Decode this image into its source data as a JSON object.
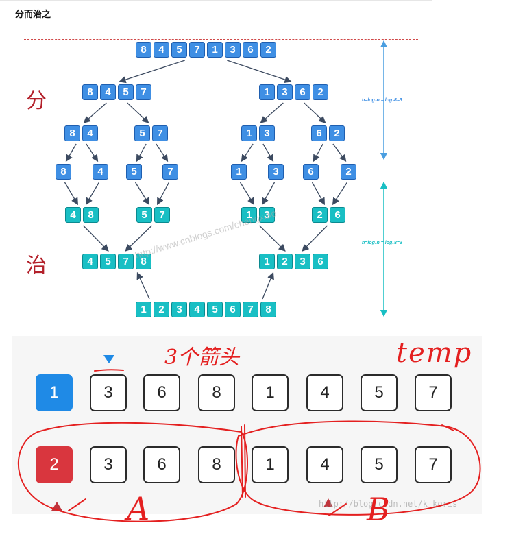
{
  "page": {
    "heading": "分而治之"
  },
  "diagram": {
    "side_labels": {
      "divide": "分",
      "conquer": "治"
    },
    "height_formula": "h=log₂n = log₂8=3",
    "watermark": "http://www.cnblogs.com/chengxiao",
    "colors": {
      "split": "#3f8fe4",
      "merge": "#19bfc4",
      "guide": "#d04848",
      "arrow_split": "#4a9ee0",
      "arrow_merge": "#19bfc4"
    },
    "levels": {
      "split_0": [
        [
          8,
          4,
          5,
          7,
          1,
          3,
          6,
          2
        ]
      ],
      "split_1": [
        [
          8,
          4,
          5,
          7
        ],
        [
          1,
          3,
          6,
          2
        ]
      ],
      "split_2": [
        [
          8,
          4
        ],
        [
          5,
          7
        ],
        [
          1,
          3
        ],
        [
          6,
          2
        ]
      ],
      "split_3": [
        [
          8
        ],
        [
          4
        ],
        [
          5
        ],
        [
          7
        ],
        [
          1
        ],
        [
          3
        ],
        [
          6
        ],
        [
          2
        ]
      ],
      "merge_1": [
        [
          4,
          8
        ],
        [
          5,
          7
        ],
        [
          1,
          3
        ],
        [
          2,
          6
        ]
      ],
      "merge_2": [
        [
          4,
          5,
          7,
          8
        ],
        [
          1,
          2,
          3,
          6
        ]
      ],
      "merge_3": [
        [
          1,
          2,
          3,
          4,
          5,
          6,
          7,
          8
        ]
      ]
    }
  },
  "merge_panel": {
    "row1": {
      "lead": "1",
      "values": [
        "3",
        "6",
        "8",
        "1",
        "4",
        "5",
        "7"
      ]
    },
    "row2": {
      "lead": "2",
      "values": [
        "3",
        "6",
        "8",
        "1",
        "4",
        "5",
        "7"
      ]
    },
    "annotations": {
      "arrows_note": "3个箭头",
      "temp": "temp",
      "group_a": "A",
      "group_b": "B"
    },
    "watermark": "http://blog.csdn.net/k_koris",
    "colors": {
      "pointer_blue": "#1f8ae6",
      "pointer_red": "#c0343c",
      "ink": "#e42020"
    }
  }
}
